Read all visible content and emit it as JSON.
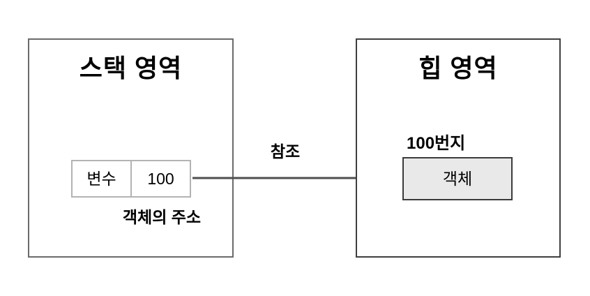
{
  "stack_region": {
    "title": "스택 영역",
    "variable_box": {
      "name_cell": "변수",
      "value_cell": "100"
    },
    "caption": "객체의 주소"
  },
  "reference_arrow": {
    "label": "참조",
    "color": "#4f4f4f"
  },
  "heap_region": {
    "title": "힙 영역",
    "address_label": "100번지",
    "object_box_label": "객체"
  },
  "colors": {
    "background": "#ffffff",
    "stack_box_border": "#6b6b6b",
    "heap_box_border": "#3f3f3f",
    "cell_border": "#b3b3b3",
    "object_fill": "#e9e9e9",
    "object_border": "#3b3b3b",
    "arrow": "#4f4f4f",
    "text": "#000000"
  }
}
